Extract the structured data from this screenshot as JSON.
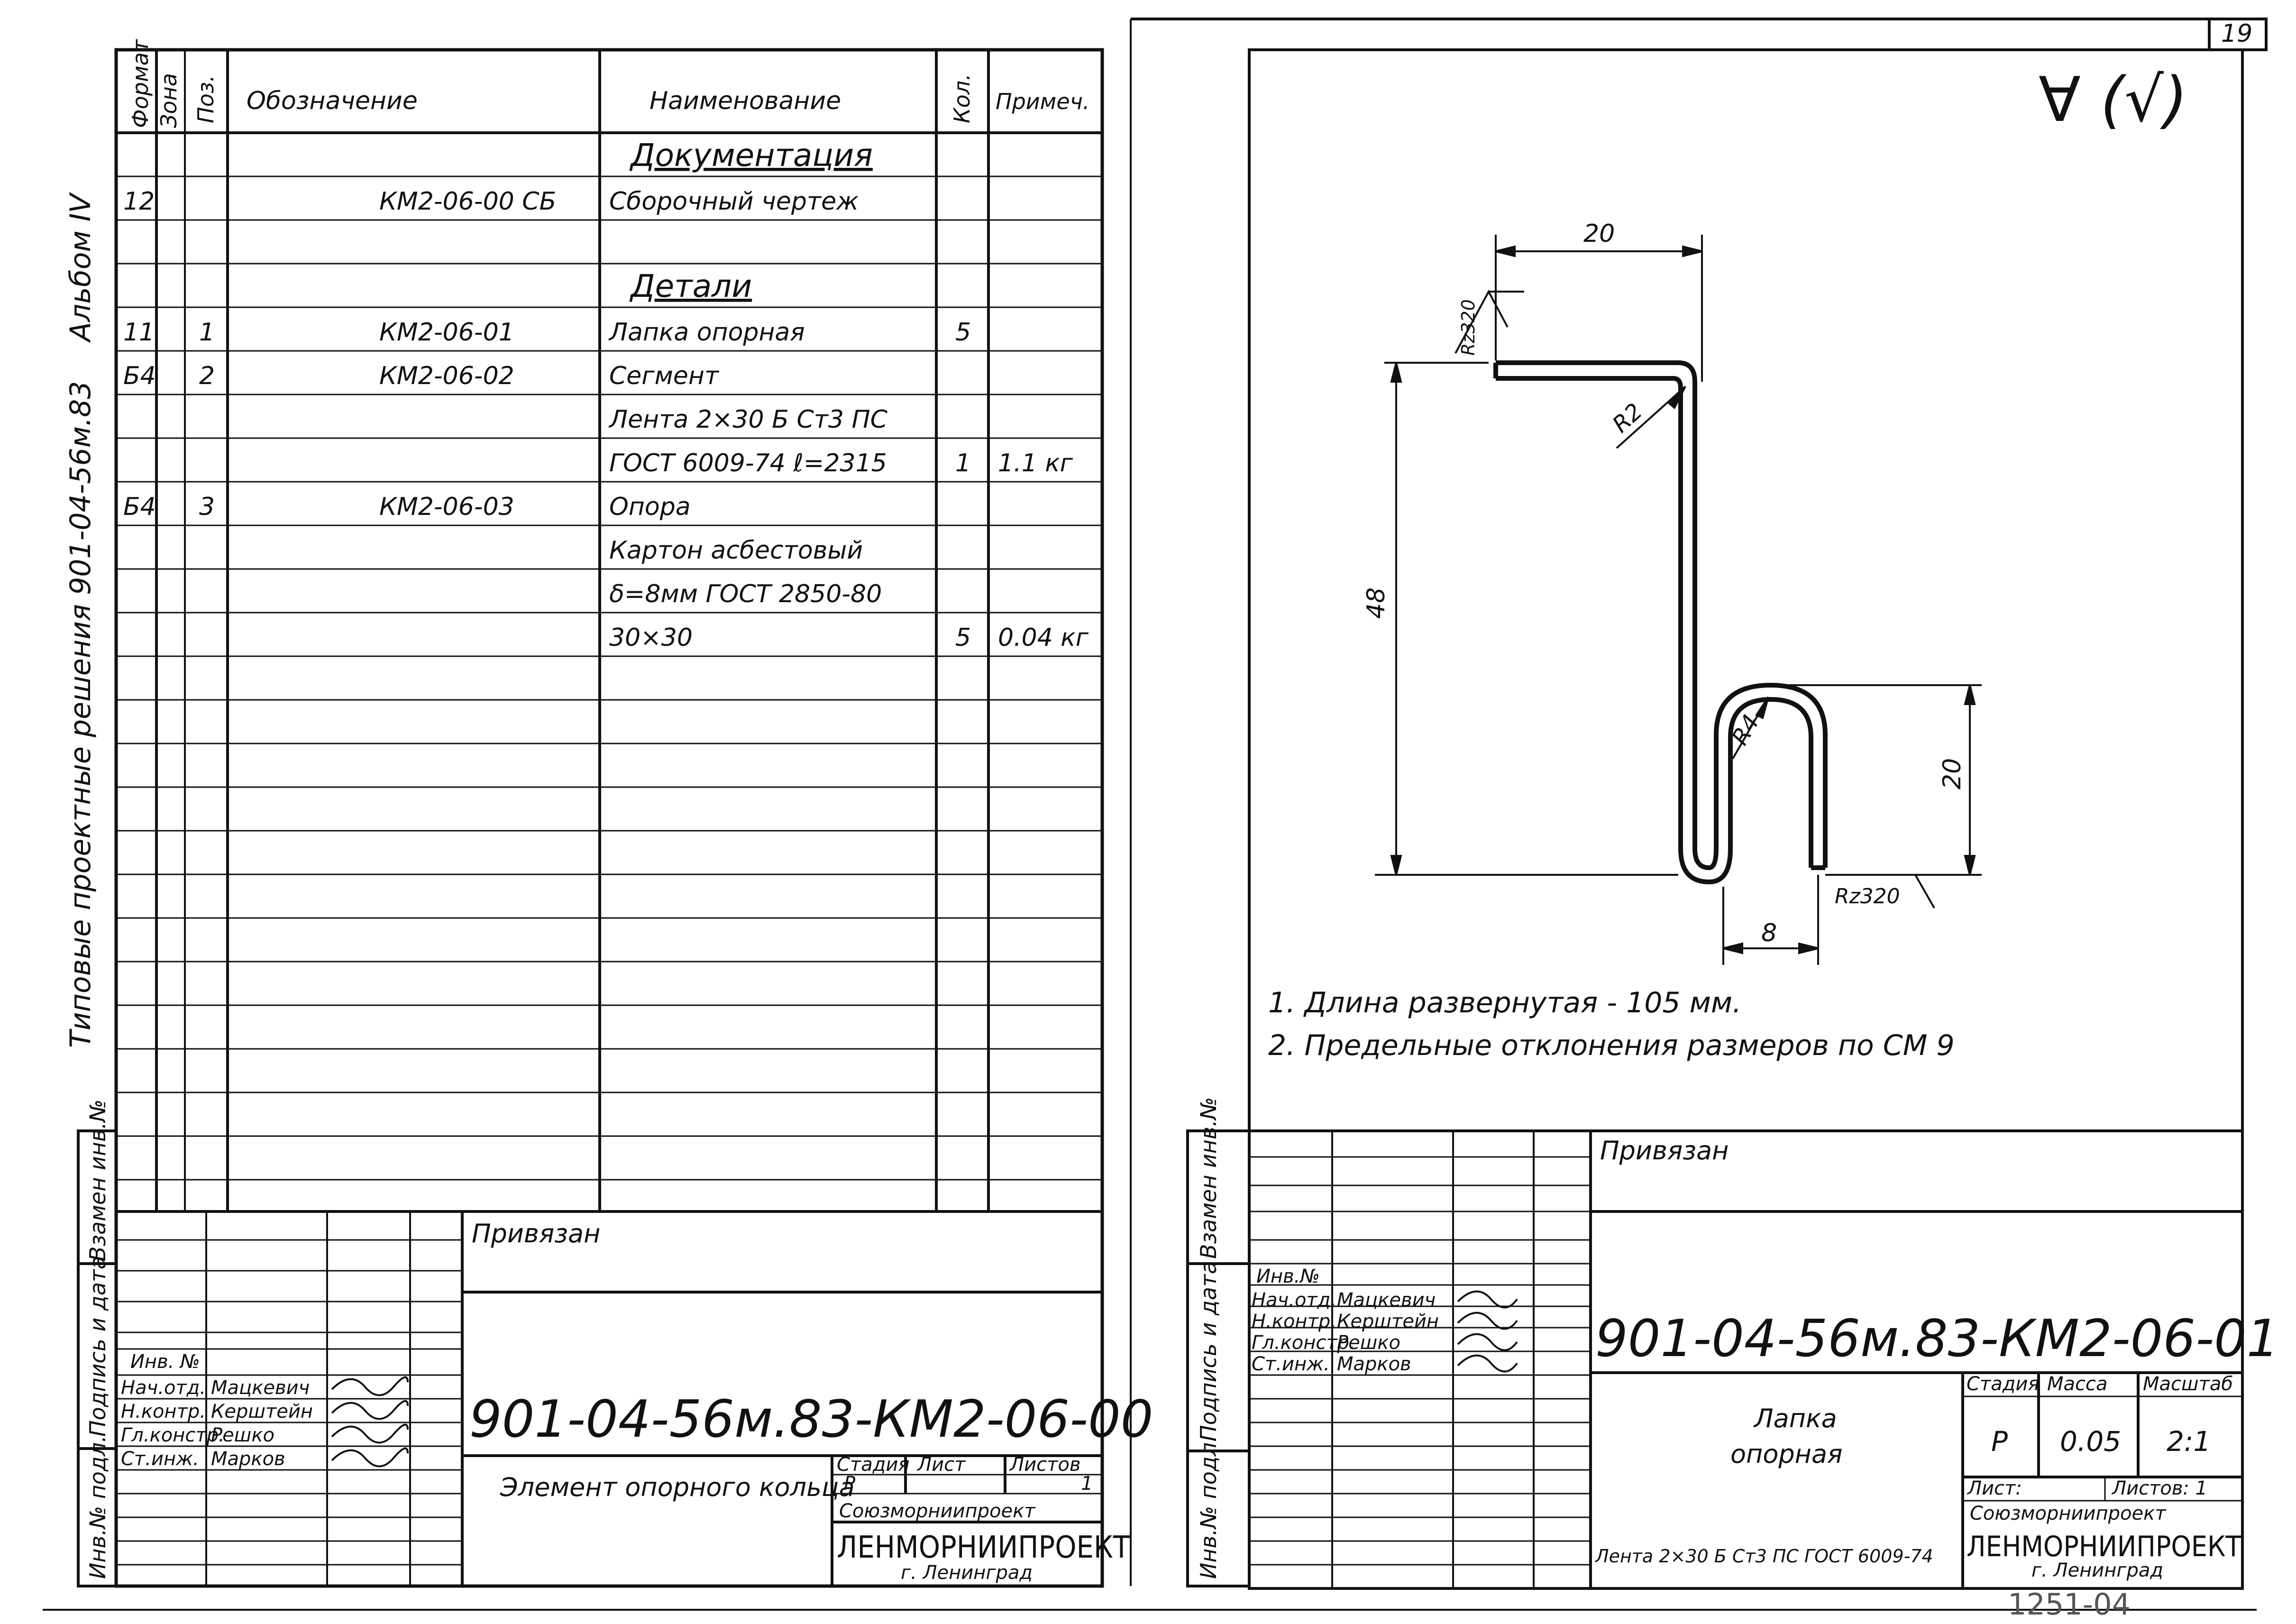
{
  "sheet_number": "19",
  "vertical": {
    "album_title": "Типовые проектные решения 901-04-56м.83",
    "album_num": "Альбом IV",
    "stamp_left": [
      "Инв.№ подл.",
      "Подпись и дата",
      "Взамен инв.№"
    ],
    "stamp_right": [
      "Инв.№ подл.",
      "Подпись и дата",
      "Взамен инв.№"
    ]
  },
  "spec": {
    "headers": {
      "format": "Формат",
      "zone": "Зона",
      "pos": "Поз.",
      "designation": "Обозначение",
      "name": "Наименование",
      "qty": "Кол.",
      "note": "Примеч."
    },
    "rows": [
      {
        "format": "",
        "zone": "",
        "pos": "",
        "designation": "",
        "name": "Документация",
        "qty": "",
        "note": "",
        "section": true
      },
      {
        "format": "12",
        "zone": "",
        "pos": "",
        "designation": "КМ2-06-00 СБ",
        "name": "Сборочный чертеж",
        "qty": "",
        "note": ""
      },
      {
        "format": "",
        "zone": "",
        "pos": "",
        "designation": "",
        "name": "",
        "qty": "",
        "note": ""
      },
      {
        "format": "",
        "zone": "",
        "pos": "",
        "designation": "",
        "name": "Детали",
        "qty": "",
        "note": "",
        "section": true
      },
      {
        "format": "11",
        "zone": "",
        "pos": "1",
        "designation": "КМ2-06-01",
        "name": "Лапка опорная",
        "qty": "5",
        "note": ""
      },
      {
        "format": "Б4",
        "zone": "",
        "pos": "2",
        "designation": "КМ2-06-02",
        "name": "Сегмент",
        "qty": "",
        "note": ""
      },
      {
        "format": "",
        "zone": "",
        "pos": "",
        "designation": "",
        "name": "Лента 2×30 Б Ст3 ПС",
        "qty": "",
        "note": ""
      },
      {
        "format": "",
        "zone": "",
        "pos": "",
        "designation": "",
        "name": "ГОСТ 6009-74 ℓ=2315",
        "qty": "1",
        "note": "1.1 кг"
      },
      {
        "format": "Б4",
        "zone": "",
        "pos": "3",
        "designation": "КМ2-06-03",
        "name": "Опора",
        "qty": "",
        "note": ""
      },
      {
        "format": "",
        "zone": "",
        "pos": "",
        "designation": "",
        "name": "Картон асбестовый",
        "qty": "",
        "note": ""
      },
      {
        "format": "",
        "zone": "",
        "pos": "",
        "designation": "",
        "name": "δ=8мм ГОСТ 2850-80",
        "qty": "",
        "note": ""
      },
      {
        "format": "",
        "zone": "",
        "pos": "",
        "designation": "",
        "name": "30×30",
        "qty": "5",
        "note": "0.04 кг"
      }
    ]
  },
  "left_title": {
    "privyazan": "Привязан",
    "inv_label": "Инв. №",
    "roles": [
      {
        "role": "Нач.отд.",
        "name": "Мацкевич"
      },
      {
        "role": "Н.контр.",
        "name": "Керштейн"
      },
      {
        "role": "Гл.констр.",
        "name": "Решко"
      },
      {
        "role": "Ст.инж.",
        "name": "Марков"
      }
    ],
    "code": "901-04-56м.83-КМ2-06-00",
    "item_name": "Элемент опорного кольца",
    "stage_label": "Стадия",
    "sheet_label": "Лист",
    "sheets_label": "Листов",
    "stage": "Р",
    "sheets": "1",
    "org1": "Союзморниипроект",
    "org2": "ЛЕНМОРНИИПРОЕКТ",
    "city": "г. Ленинград"
  },
  "drawing": {
    "roughness_symbol": "∀ (√)",
    "rz_top": "Rz320",
    "rz_bottom": "Rz320",
    "dim_top": "20",
    "dim_height": "48",
    "dim_loop": "20",
    "dim_bottom": "8",
    "r2": "R2",
    "r4": "R4",
    "notes": [
      "1. Длина развернутая - 105 мм.",
      "2. Предельные отклонения размеров по СМ 9"
    ]
  },
  "right_title": {
    "privyazan": "Привязан",
    "inv_label": "Инв.№",
    "roles": [
      {
        "role": "Нач.отд.",
        "name": "Мацкевич"
      },
      {
        "role": "Н.контр.",
        "name": "Керштейн"
      },
      {
        "role": "Гл.констр.",
        "name": "Решко"
      },
      {
        "role": "Ст.инж.",
        "name": "Марков"
      }
    ],
    "code": "901-04-56м.83-КМ2-06-01",
    "item_name_1": "Лапка",
    "item_name_2": "опорная",
    "stage_label": "Стадия",
    "mass_label": "Масса",
    "scale_label": "Масштаб",
    "stage": "Р",
    "mass": "0.05",
    "scale": "2:1",
    "sheet_text": "Лист:",
    "sheets_text": "Листов: 1",
    "material": "Лента 2×30 Б Ст3 ПС ГОСТ 6009-74",
    "org1": "Союзморниипроект",
    "org2": "ЛЕНМОРНИИПРОЕКТ",
    "city": "г. Ленинград",
    "archive": "1251-04"
  }
}
